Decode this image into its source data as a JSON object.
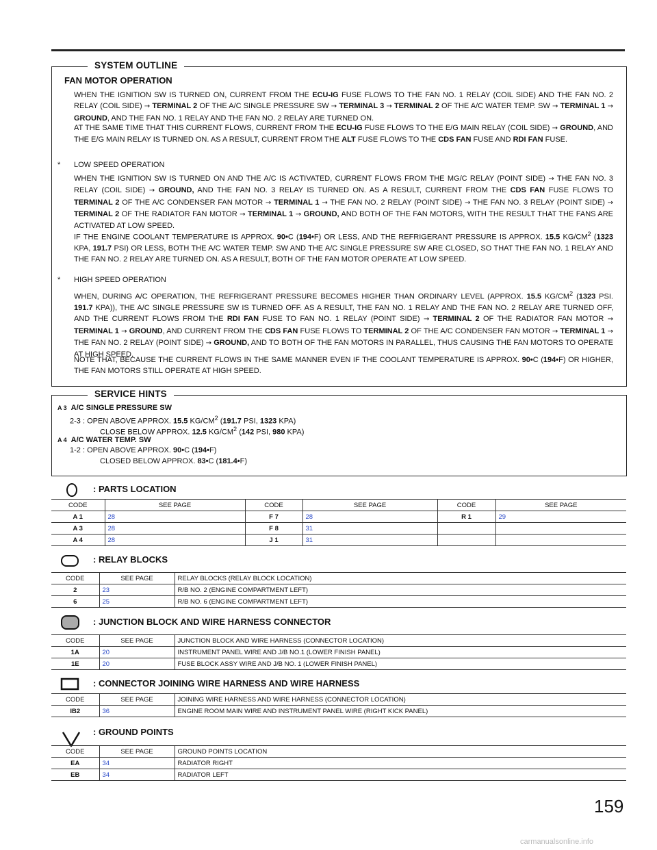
{
  "outline": {
    "title": "SYSTEM OUTLINE",
    "fan_title": "FAN MOTOR OPERATION",
    "p1": "WHEN THE IGNITION SW IS TURNED ON, CURRENT FROM THE <b>ECU-IG</b>  FUSE FLOWS TO THE FAN NO. 1 RELAY (COIL SIDE) AND THE FAN NO. 2 RELAY (COIL SIDE) <span class='arrow'>→</span> <b>TERMINAL 2</b> OF THE A/C SINGLE PRESSURE SW <span class='arrow'>→</span> <b>TERMINAL 3</b> <span class='arrow'>→</span> <b>TERMINAL 2</b> OF THE A/C WATER TEMP. SW <span class='arrow'>→</span> <b>TERMINAL 1</b> <span class='arrow'>→</span> <b>GROUND</b>, AND THE FAN NO. 1 RELAY AND THE FAN NO. 2 RELAY ARE TURNED ON.",
    "p2": "AT THE SAME TIME THAT THIS CURRENT FLOWS, CURRENT FROM THE <b>ECU-IG</b>  FUSE FLOWS TO THE E/G MAIN RELAY (COIL SIDE) <span class='arrow'>→</span> <b>GROUND</b>, AND THE E/G MAIN RELAY IS TURNED ON. AS A RESULT, CURRENT FROM THE <b>ALT</b> FUSE FLOWS TO THE <b>CDS FAN</b> FUSE AND <b>RDI FAN</b> FUSE.",
    "low_label": "LOW SPEED OPERATION",
    "p3": "WHEN THE IGNITION SW IS TURNED ON AND THE A/C IS ACTIVATED, CURRENT FLOWS FROM THE MG/C RELAY (POINT SIDE) <span class='arrow'>→</span> THE FAN NO. 3 RELAY (COIL SIDE) <span class='arrow'>→</span> <b>GROUND,</b> AND THE FAN NO. 3 RELAY IS TURNED ON. AS A RESULT, CURRENT FROM THE <b>CDS FAN</b> FUSE FLOWS TO <b>TERMINAL 2</b> OF THE A/C CONDENSER FAN MOTOR <span class='arrow'>→</span> <b>TERMINAL 1</b> <span class='arrow'>→</span> THE FAN NO. 2 RELAY (POINT SIDE) <span class='arrow'>→</span> THE FAN NO. 3 RELAY (POINT SIDE) <span class='arrow'>→</span> <b>TERMINAL 2</b> OF THE RADIATOR FAN MOTOR <span class='arrow'>→</span> <b>TERMINAL 1</b> <span class='arrow'>→</span> <b>GROUND,</b> AND BOTH OF THE FAN MOTORS, WITH THE RESULT THAT THE FANS ARE ACTIVATED AT LOW SPEED.",
    "p4": "IF THE ENGINE COOLANT TEMPERATURE IS APPROX. <b>90•</b>C (<b>194•</b>F) OR LESS, AND THE REFRIGERANT PRESSURE IS APPROX. <b>15.5</b> KG/CM<sup>2</sup> (<b>1323</b> KPA, <b>191.7</b> PSI) OR LESS, BOTH THE A/C WATER TEMP. SW AND THE A/C SINGLE PRESSURE SW ARE CLOSED, SO THAT THE FAN NO. 1 RELAY AND THE FAN NO. 2 RELAY ARE TURNED ON.  AS A RESULT, BOTH OF THE FAN MOTOR OPERATE AT LOW SPEED.",
    "high_label": "HIGH SPEED OPERATION",
    "p5": "WHEN, DURING A/C OPERATION, THE REFRIGERANT PRESSURE BECOMES HIGHER THAN ORDINARY LEVEL (APPROX. <b>15.5</b> KG/CM<sup>2</sup> (<b>1323</b> PSI. <b>191.7</b> KPA)), THE A/C SINGLE PRESSURE SW IS TURNED OFF. AS A RESULT, THE FAN NO. 1 RELAY AND THE FAN NO. 2 RELAY ARE TURNED OFF, AND THE CURRENT FLOWS FROM THE <b>RDI FAN</b> FUSE TO FAN NO. 1 RELAY (POINT SIDE) <span class='arrow'>→</span> <b>TERMINAL 2</b> OF THE RADIATOR FAN MOTOR <span class='arrow'>→</span> <b>TERMINAL 1</b> <span class='arrow'>→</span> <b>GROUND</b>, AND CURRENT FROM THE <b>CDS FAN</b> FUSE FLOWS TO <b>TERMINAL 2</b> OF THE A/C CONDENSER FAN MOTOR <span class='arrow'>→</span> <b>TERMINAL 1</b> <span class='arrow'>→</span> THE FAN NO. 2 RELAY (POINT SIDE) <span class='arrow'>→</span> <b>GROUND,</b> AND TO BOTH OF THE FAN MOTORS IN PARALLEL, THUS CAUSING THE FAN MOTORS TO OPERATE AT HIGH SPEED.",
    "p6": "NOTE THAT, BECAUSE THE CURRENT FLOWS IN THE SAME MANNER EVEN IF THE COOLANT TEMPERATURE IS APPROX. <b>90•</b>C (<b>194•</b>F) OR HIGHER, THE FAN MOTORS STILL OPERATE AT HIGH SPEED."
  },
  "hints": {
    "title": "SERVICE HINTS",
    "a3_code": "A 3",
    "a3_name": "A/C SINGLE PRESSURE SW",
    "a3_l1": "2-3  :  OPEN ABOVE APPROX. <b>15.5</b> KG/CM<sup>2</sup> (<b>191.7</b> PSI, <b>1323</b> KPA)",
    "a3_l2": "CLOSE BELOW APPROX. <b>12.5</b> KG/CM<sup>2</sup> (<b>142</b> PSI, <b>980</b> KPA)",
    "a4_code": "A 4",
    "a4_name": "A/C WATER TEMP. SW",
    "a4_l1": "1-2  :  OPEN ABOVE APPROX. <b>90•</b>C (<b>194•</b>F)",
    "a4_l2": "CLOSED BELOW APPROX. <b>83•</b>C (<b>181.4•</b>F)"
  },
  "parts": {
    "title": ": PARTS LOCATION",
    "headers": [
      "CODE",
      "SEE PAGE",
      "CODE",
      "SEE PAGE",
      "CODE",
      "SEE PAGE"
    ],
    "rows": [
      [
        "A 1",
        "28",
        "F 7",
        "28",
        "R 1",
        "29"
      ],
      [
        "A 3",
        "28",
        "F 8",
        "31",
        "",
        ""
      ],
      [
        "A 4",
        "28",
        "J 1",
        "31",
        "",
        ""
      ]
    ]
  },
  "relay": {
    "title": ": RELAY BLOCKS",
    "headers": [
      "CODE",
      "SEE PAGE",
      "RELAY BLOCKS (RELAY BLOCK LOCATION)"
    ],
    "rows": [
      [
        "2",
        "23",
        "R/B NO. 2 (ENGINE COMPARTMENT LEFT)"
      ],
      [
        "6",
        "25",
        "R/B NO. 6 (ENGINE COMPARTMENT LEFT)"
      ]
    ]
  },
  "junction": {
    "title": ": JUNCTION BLOCK AND WIRE HARNESS CONNECTOR",
    "headers": [
      "CODE",
      "SEE PAGE",
      "JUNCTION BLOCK AND WIRE HARNESS (CONNECTOR LOCATION)"
    ],
    "rows": [
      [
        "1A",
        "20",
        "INSTRUMENT PANEL WIRE AND J/B NO.1 (LOWER FINISH PANEL)"
      ],
      [
        "1E",
        "20",
        "FUSE BLOCK ASSY WIRE AND J/B NO. 1 (LOWER FINISH PANEL)"
      ]
    ]
  },
  "joining": {
    "title": ": CONNECTOR JOINING WIRE HARNESS AND WIRE HARNESS",
    "headers": [
      "CODE",
      "SEE PAGE",
      "JOINING WIRE HARNESS AND WIRE HARNESS (CONNECTOR LOCATION)"
    ],
    "rows": [
      [
        "IB2",
        "36",
        "ENGINE ROOM MAIN WIRE AND INSTRUMENT PANEL WIRE (RIGHT KICK PANEL)"
      ]
    ]
  },
  "ground": {
    "title": ": GROUND POINTS",
    "headers": [
      "CODE",
      "SEE PAGE",
      "GROUND POINTS LOCATION"
    ],
    "rows": [
      [
        "EA",
        "34",
        "RADIATOR RIGHT"
      ],
      [
        "EB",
        "34",
        "RADIATOR LEFT"
      ]
    ]
  },
  "page_number": "159",
  "watermark": "carmanualsonline.info",
  "colors": {
    "link": "#2848c8",
    "rule": "#222222"
  }
}
